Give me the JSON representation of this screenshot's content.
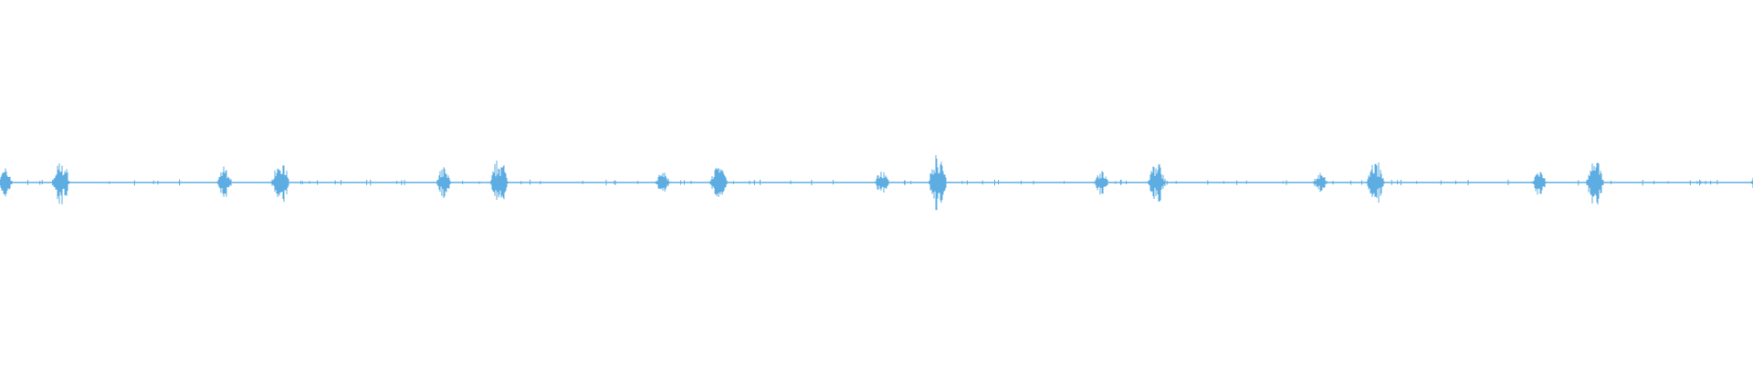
{
  "chart_data": {
    "type": "waveform",
    "color": "#5dade2",
    "grid": false,
    "axes": false,
    "amplitude_range": [
      -1,
      1
    ],
    "bursts": [
      {
        "index": 0,
        "peak_a": 0.09,
        "peak_b": 0.14
      },
      {
        "index": 1,
        "peak_a": 0.11,
        "peak_b": 0.16
      },
      {
        "index": 2,
        "peak_a": 0.1,
        "peak_b": 0.15
      },
      {
        "index": 3,
        "peak_a": 0.07,
        "peak_b": 0.11
      },
      {
        "index": 4,
        "peak_a": 0.08,
        "peak_b": 0.19
      },
      {
        "index": 5,
        "peak_a": 0.09,
        "peak_b": 0.14
      },
      {
        "index": 6,
        "peak_a": 0.06,
        "peak_b": 0.14
      },
      {
        "index": 7,
        "peak_a": 0.08,
        "peak_b": 0.15
      }
    ]
  }
}
